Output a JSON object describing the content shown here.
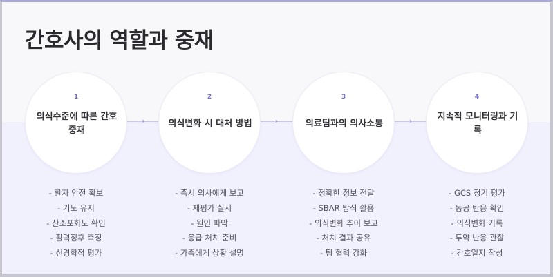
{
  "title": "간호사의 역할과 중재",
  "colors": {
    "accent": "#6e6ad2",
    "connector": "#c8c6ef",
    "top_bg": "#f8f8fa",
    "bottom_bg": "#f1f0fd",
    "title_text": "#2a2a2e",
    "list_text": "#55555c"
  },
  "connector_icon": "chevron-right-icon",
  "connector_glyph": "›",
  "steps": [
    {
      "number": "1",
      "label": "의식수준에 따른 간호 중재",
      "items": [
        "- 환자 안전 확보",
        "- 기도 유지",
        "- 산소포화도 확인",
        "- 활력징후 측정",
        "- 신경학적 평가"
      ]
    },
    {
      "number": "2",
      "label": "의식변화 시 대처 방법",
      "items": [
        "- 즉시 의사에게 보고",
        "- 재평가 실시",
        "- 원인 파악",
        "- 응급 처치 준비",
        "- 가족에게 상황 설명"
      ]
    },
    {
      "number": "3",
      "label": "의료팀과의 의사소통",
      "items": [
        "- 정확한 정보 전달",
        "- SBAR 방식 활용",
        "- 의식변화 추이 보고",
        "- 처치 결과 공유",
        "- 팀 협력 강화"
      ]
    },
    {
      "number": "4",
      "label": "지속적 모니터링과 기록",
      "items": [
        "- GCS 정기 평가",
        "- 동공 반응 확인",
        "- 의식변화 기록",
        "- 투약 반응 관찰",
        "- 간호일지 작성"
      ]
    }
  ]
}
